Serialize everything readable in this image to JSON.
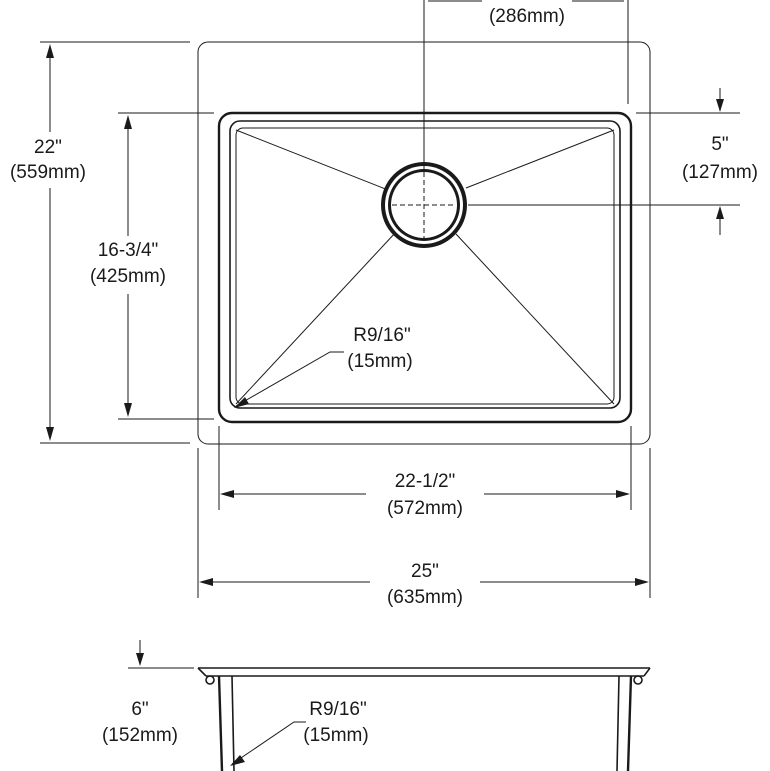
{
  "drawing": {
    "top_view": {
      "drain_offset": {
        "imperial": "",
        "metric": "(286mm)"
      },
      "overall_depth": {
        "imperial": "22\"",
        "metric": "(559mm)"
      },
      "bowl_depth": {
        "imperial": "16-3/4\"",
        "metric": "(425mm)"
      },
      "drain_from_back": {
        "imperial": "5\"",
        "metric": "(127mm)"
      },
      "corner_radius": {
        "imperial": "R9/16\"",
        "metric": "(15mm)"
      },
      "bowl_width": {
        "imperial": "22-1/2\"",
        "metric": "(572mm)"
      },
      "overall_width": {
        "imperial": "25\"",
        "metric": "(635mm)"
      }
    },
    "side_view": {
      "bowl_height": {
        "imperial": "6\"",
        "metric": "(152mm)"
      },
      "corner_radius": {
        "imperial": "R9/16\"",
        "metric": "(15mm)"
      }
    }
  }
}
